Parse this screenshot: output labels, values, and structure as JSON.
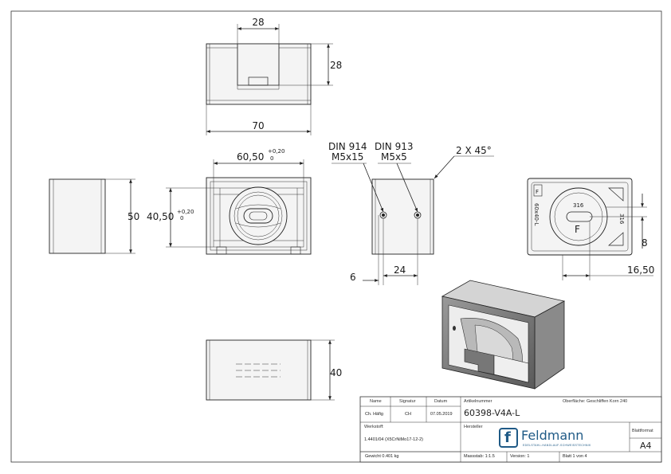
{
  "dimensions": {
    "top_width_28": "28",
    "top_height_28": "28",
    "top_total_70": "70",
    "front_width": "60,50",
    "front_width_tol_upper": "+0,20",
    "front_width_tol_lower": "0",
    "front_height": "40,50",
    "front_height_tol_upper": "+0,20",
    "front_height_tol_lower": "0",
    "left_height_50": "50",
    "bottom_height_40": "40",
    "side_6": "6",
    "side_24": "24",
    "chamfer": "2 X 45°",
    "right_8": "8",
    "right_16_50": "16,50"
  },
  "callouts": {
    "din914_title": "DIN 914",
    "din914_size": "M5x15",
    "din913_title": "DIN 913",
    "din913_size": "M5x5"
  },
  "engraving": {
    "material_mark": "316",
    "logo_letter": "F",
    "size_mark": "60x40-L"
  },
  "title_block": {
    "col_name": "Name",
    "col_signature": "Signatur",
    "col_date": "Datum",
    "name_value": "Ch. Häfig",
    "signature_value": "CH",
    "date_value": "07.05.2019",
    "material_label": "Werkstoff:",
    "material_value": "1.4401/04 (X5CrNiMo17-12-2)",
    "weight": "Gewicht 0.401 kg",
    "article_label": "Artikelnummer",
    "article_number": "60398-V4A-L",
    "surface": "Oberfläche: Geschliffen Korn 240",
    "manufacturer_label": "Hersteller",
    "company_name": "Feldmann",
    "company_tagline": "EDELSTAHL-HANDLAUF-SCHWEISSTECHNIK",
    "scale": "Massstab: 1:1.5",
    "version": "Version: 1",
    "sheet": "Blatt 1 von 4",
    "format_label": "Blattformat",
    "format_value": "A4"
  }
}
